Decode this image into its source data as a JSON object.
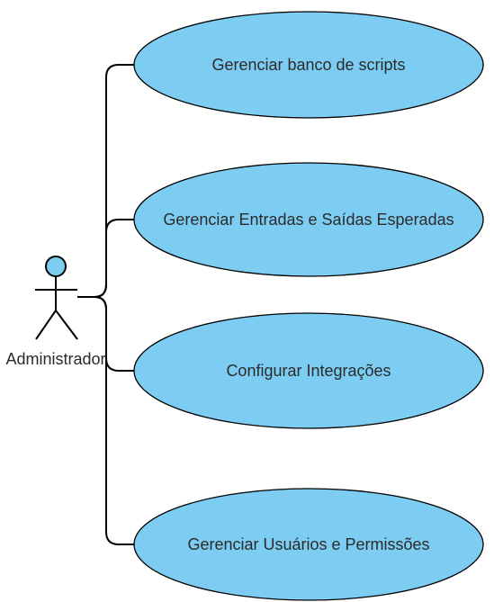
{
  "actor": {
    "label": "Administrador"
  },
  "use_cases": [
    {
      "label": "Gerenciar banco de scripts"
    },
    {
      "label": "Gerenciar Entradas e Saídas Esperadas"
    },
    {
      "label": "Configurar Integrações"
    },
    {
      "label": "Gerenciar Usuários e Permissões"
    }
  ],
  "colors": {
    "use_case_fill": "#7dcdf3",
    "actor_head_fill": "#7dcdf3",
    "line": "#000000",
    "text": "#2b2b2b"
  }
}
